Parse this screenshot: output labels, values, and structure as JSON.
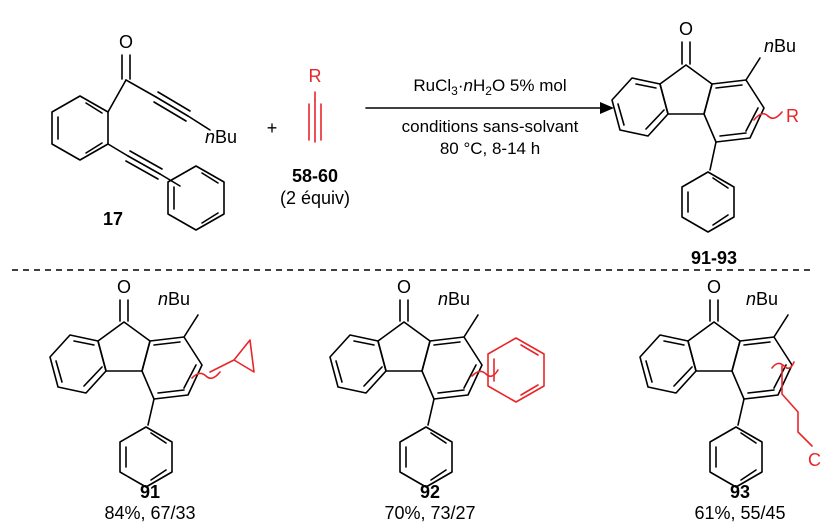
{
  "reactant_ketone": {
    "carbonyl_atom": "O",
    "alkyl_label": "nBu",
    "compound_number": "17"
  },
  "plus_sign": "+",
  "reactant_alkyne": {
    "substituent_label": "R",
    "compound_number": "58-60",
    "equivalents": "(2 équiv)"
  },
  "conditions": {
    "catalyst_prefix": "RuCl",
    "catalyst_sub": "3",
    "catalyst_dot": "·",
    "catalyst_n": "n",
    "catalyst_h": "H",
    "catalyst_h_sub": "2",
    "catalyst_rest": "O 5% mol",
    "line2": "conditions sans-solvant",
    "line3": "80 °C, 8-14 h"
  },
  "product_general": {
    "carbonyl_atom": "O",
    "alkyl_label": "nBu",
    "substituent_label": "R",
    "compound_number": "91-93"
  },
  "examples": [
    {
      "carbonyl_atom": "O",
      "alkyl_label": "nBu",
      "compound_number": "91",
      "result": "84%, 67/33"
    },
    {
      "carbonyl_atom": "O",
      "alkyl_label": "nBu",
      "compound_number": "92",
      "result": "70%, 73/27"
    },
    {
      "carbonyl_atom": "O",
      "alkyl_label": "nBu",
      "compound_number": "93",
      "result": "61%, 55/45",
      "chain_end_label": "C"
    }
  ],
  "colors": {
    "highlight": "#e8262a",
    "ink": "#000000"
  }
}
